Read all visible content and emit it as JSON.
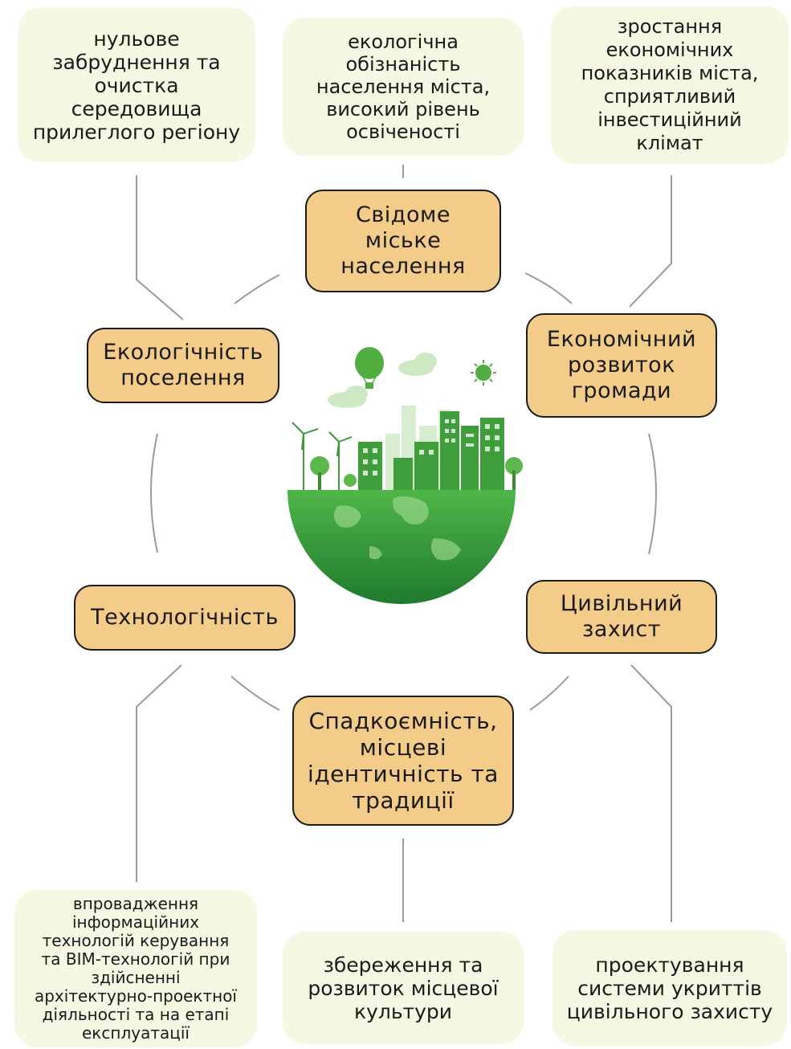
{
  "center": {
    "illustration": "green-city-globe-illustration"
  },
  "key_nodes": [
    {
      "id": "k1",
      "label": "Свідоме\nміське\nнаселення"
    },
    {
      "id": "k2",
      "label": "Екологічність\nпоселення"
    },
    {
      "id": "k3",
      "label": "Економічний\nрозвиток\nгромади"
    },
    {
      "id": "k4",
      "label": "Технологічність"
    },
    {
      "id": "k5",
      "label": "Цивільний\nзахист"
    },
    {
      "id": "k6",
      "label": "Спадкоємність,\nмісцеві\nідентичність та\nтрадиції"
    }
  ],
  "detail_notes": [
    {
      "id": "n1",
      "text": "нульове\nзабруднення та\nочистка\nсередовища\nприлеглого регіону"
    },
    {
      "id": "n2",
      "text": "екологічна\nобізнаність\nнаселення міста,\nвисокий рівень\nосвіченості"
    },
    {
      "id": "n3",
      "text": "зростання\nекономічних\nпоказників міста,\nсприятливий\nінвестиційний\nклімат"
    },
    {
      "id": "n4",
      "text": "впровадження\nінформаційних\nтехнологій керування\nта BIM-технологій при\nздійсненні\nархітектурно-проектної\nдіяльності та на етапі\nексплуатації"
    },
    {
      "id": "n5",
      "text": "збереження та\nрозвиток місцевої\nкультури"
    },
    {
      "id": "n6",
      "text": "проектування\nсистеми укриттів\nцивільного захисту"
    }
  ],
  "colors": {
    "key_fill": "#f2cc88",
    "note_fill": "#f5f9e3",
    "connector": "#9a9a9a",
    "globe_green": "#2e9a3c"
  }
}
